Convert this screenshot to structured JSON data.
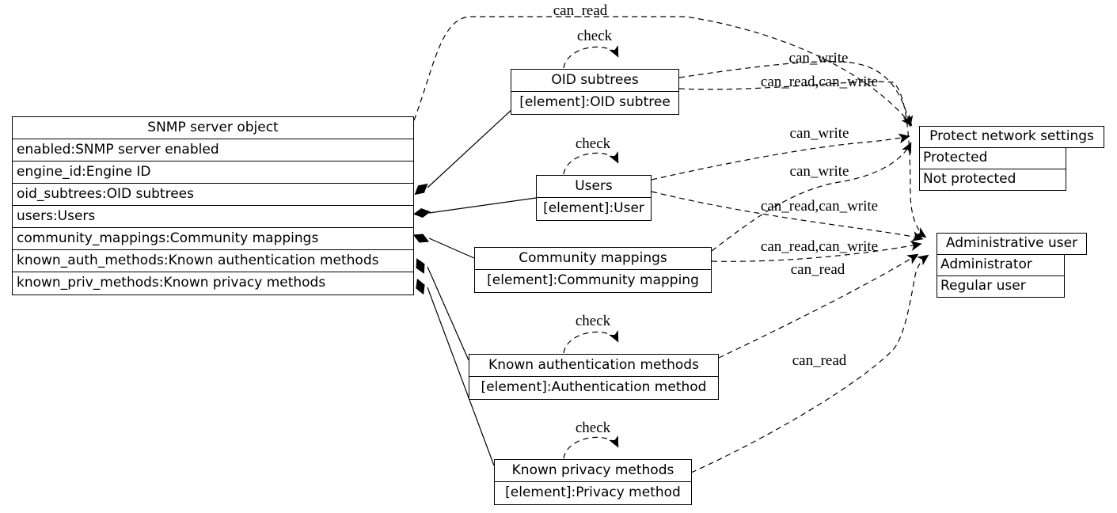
{
  "main_table": {
    "title": "SNMP server object",
    "rows": [
      "enabled:SNMP server enabled",
      "engine_id:Engine ID",
      "oid_subtrees:OID subtrees",
      "users:Users",
      "community_mappings:Community mappings",
      "known_auth_methods:Known authentication methods",
      "known_priv_methods:Known privacy methods"
    ]
  },
  "nodes": [
    {
      "title": "OID subtrees",
      "element": "[element]:OID subtree"
    },
    {
      "title": "Users",
      "element": "[element]:User"
    },
    {
      "title": "Community mappings",
      "element": "[element]:Community mapping"
    },
    {
      "title": "Known authentication methods",
      "element": "[element]:Authentication method"
    },
    {
      "title": "Known privacy methods",
      "element": "[element]:Privacy method"
    }
  ],
  "enum_tables": [
    {
      "title": "Protect network settings",
      "rows": [
        "Protected",
        "Not protected"
      ]
    },
    {
      "title": "Administrative user",
      "rows": [
        "Administrator",
        "Regular user"
      ]
    }
  ],
  "edge_labels": [
    {
      "text": "can_read"
    },
    {
      "text": "check"
    },
    {
      "text": "can_write"
    },
    {
      "text": "can_read,can_write"
    },
    {
      "text": "can_write"
    },
    {
      "text": "check"
    },
    {
      "text": "can_write"
    },
    {
      "text": "can_read,can_write"
    },
    {
      "text": "can_read,can_write"
    },
    {
      "text": "can_read"
    },
    {
      "text": "check"
    },
    {
      "text": "can_read"
    },
    {
      "text": "check"
    }
  ],
  "colors": {
    "line": "#000000",
    "background": "#ffffff"
  }
}
